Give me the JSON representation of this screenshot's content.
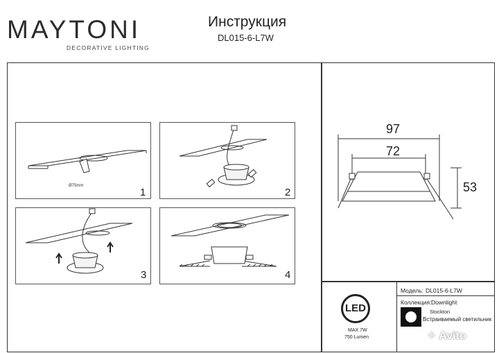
{
  "header": {
    "brand": "MAYTONI",
    "brand_sub": "DECORATIVE LIGHTING",
    "title": "Инструкция",
    "model": "DL015-6-L7W"
  },
  "steps": [
    {
      "number": "1",
      "note": "Ø75mm"
    },
    {
      "number": "2"
    },
    {
      "number": "3"
    },
    {
      "number": "4"
    }
  ],
  "dimensions": {
    "outer": "97",
    "inner": "72",
    "height": "53"
  },
  "specs": {
    "model_label": "Модель:",
    "model_value": "DL015-6-L7W",
    "collection_label": "Коллекция:",
    "collection_value": "Downlight",
    "series": "Stockton",
    "type": "Встраиваемый светильник"
  },
  "led": {
    "label": "LED",
    "power": "MAX 7W",
    "lumen": "750 Lumen"
  },
  "watermark": "Avito"
}
